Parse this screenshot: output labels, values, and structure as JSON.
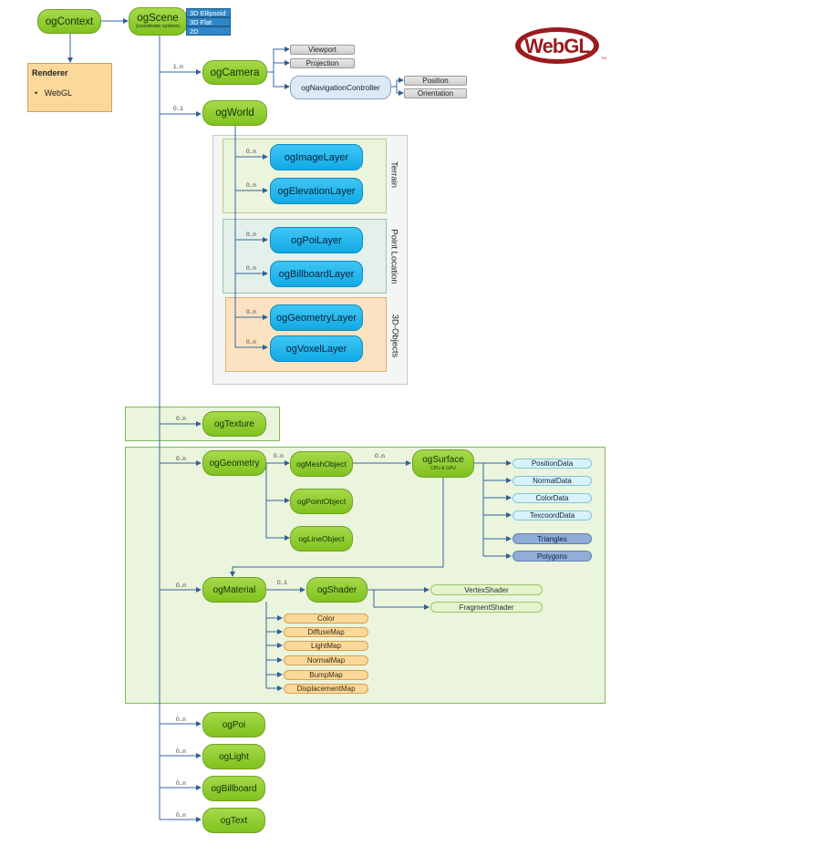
{
  "context": {
    "label": "ogContext"
  },
  "scene": {
    "label": "ogScene",
    "sublabel": "(coordinate system)"
  },
  "scene_modes": [
    "3D Ellipsoid",
    "3D Flat",
    "2D"
  ],
  "renderer": {
    "title": "Renderer",
    "items": [
      "WebGL"
    ]
  },
  "logo": {
    "text": "WebGL",
    "tm": "TM",
    "color": "#9b1b1e"
  },
  "camera": {
    "label": "ogCamera",
    "mult": "1..n",
    "tags": [
      "Viewport",
      "Projection"
    ]
  },
  "navigation": {
    "label": "ogNavigationController",
    "tags": [
      "Position",
      "Orientation"
    ]
  },
  "world": {
    "label": "ogWorld",
    "mult": "0..1"
  },
  "terrain": {
    "title": "Terrain",
    "layers": [
      "ogImageLayer",
      "ogElevationLayer"
    ]
  },
  "point_location": {
    "title": "Point Location",
    "layers": [
      "ogPoiLayer",
      "ogBillboardLayer"
    ]
  },
  "objects3d": {
    "title": "3D-Objects",
    "layers": [
      "ogGeometryLayer",
      "ogVoxelLayer"
    ]
  },
  "layer_mult": "0..n",
  "texture": {
    "label": "ogTexture",
    "mult": "0..n"
  },
  "geometry": {
    "label": "ogGeometry",
    "mult": "0..n"
  },
  "mesh": {
    "label": "ogMeshObject",
    "mult": "0..n"
  },
  "point_object": {
    "label": "ogPointObject"
  },
  "line_object": {
    "label": "ogLineObject"
  },
  "surface": {
    "label": "ogSurface",
    "sublabel": "CPU & GPU",
    "mult": "0..n"
  },
  "surface_data": [
    "PositionData",
    "NormalData",
    "ColorData",
    "TexcoordData"
  ],
  "surface_prims": [
    "Triangles",
    "Polygons"
  ],
  "material": {
    "label": "ogMaterial",
    "mult": "0..n"
  },
  "shader": {
    "label": "ogShader",
    "mult": "0..1",
    "tags": [
      "VertexShader",
      "FragmentShader"
    ]
  },
  "material_props": [
    "Color",
    "DiffuseMap",
    "LightMap",
    "NormalMap",
    "BumpMap",
    "DisplacementMap"
  ],
  "poi": {
    "label": "ogPoi",
    "mult": "0..n"
  },
  "light": {
    "label": "ogLight",
    "mult": "0..n"
  },
  "billboard": {
    "label": "ogBillboard",
    "mult": "0..n"
  },
  "text": {
    "label": "ogText",
    "mult": "0..n"
  }
}
